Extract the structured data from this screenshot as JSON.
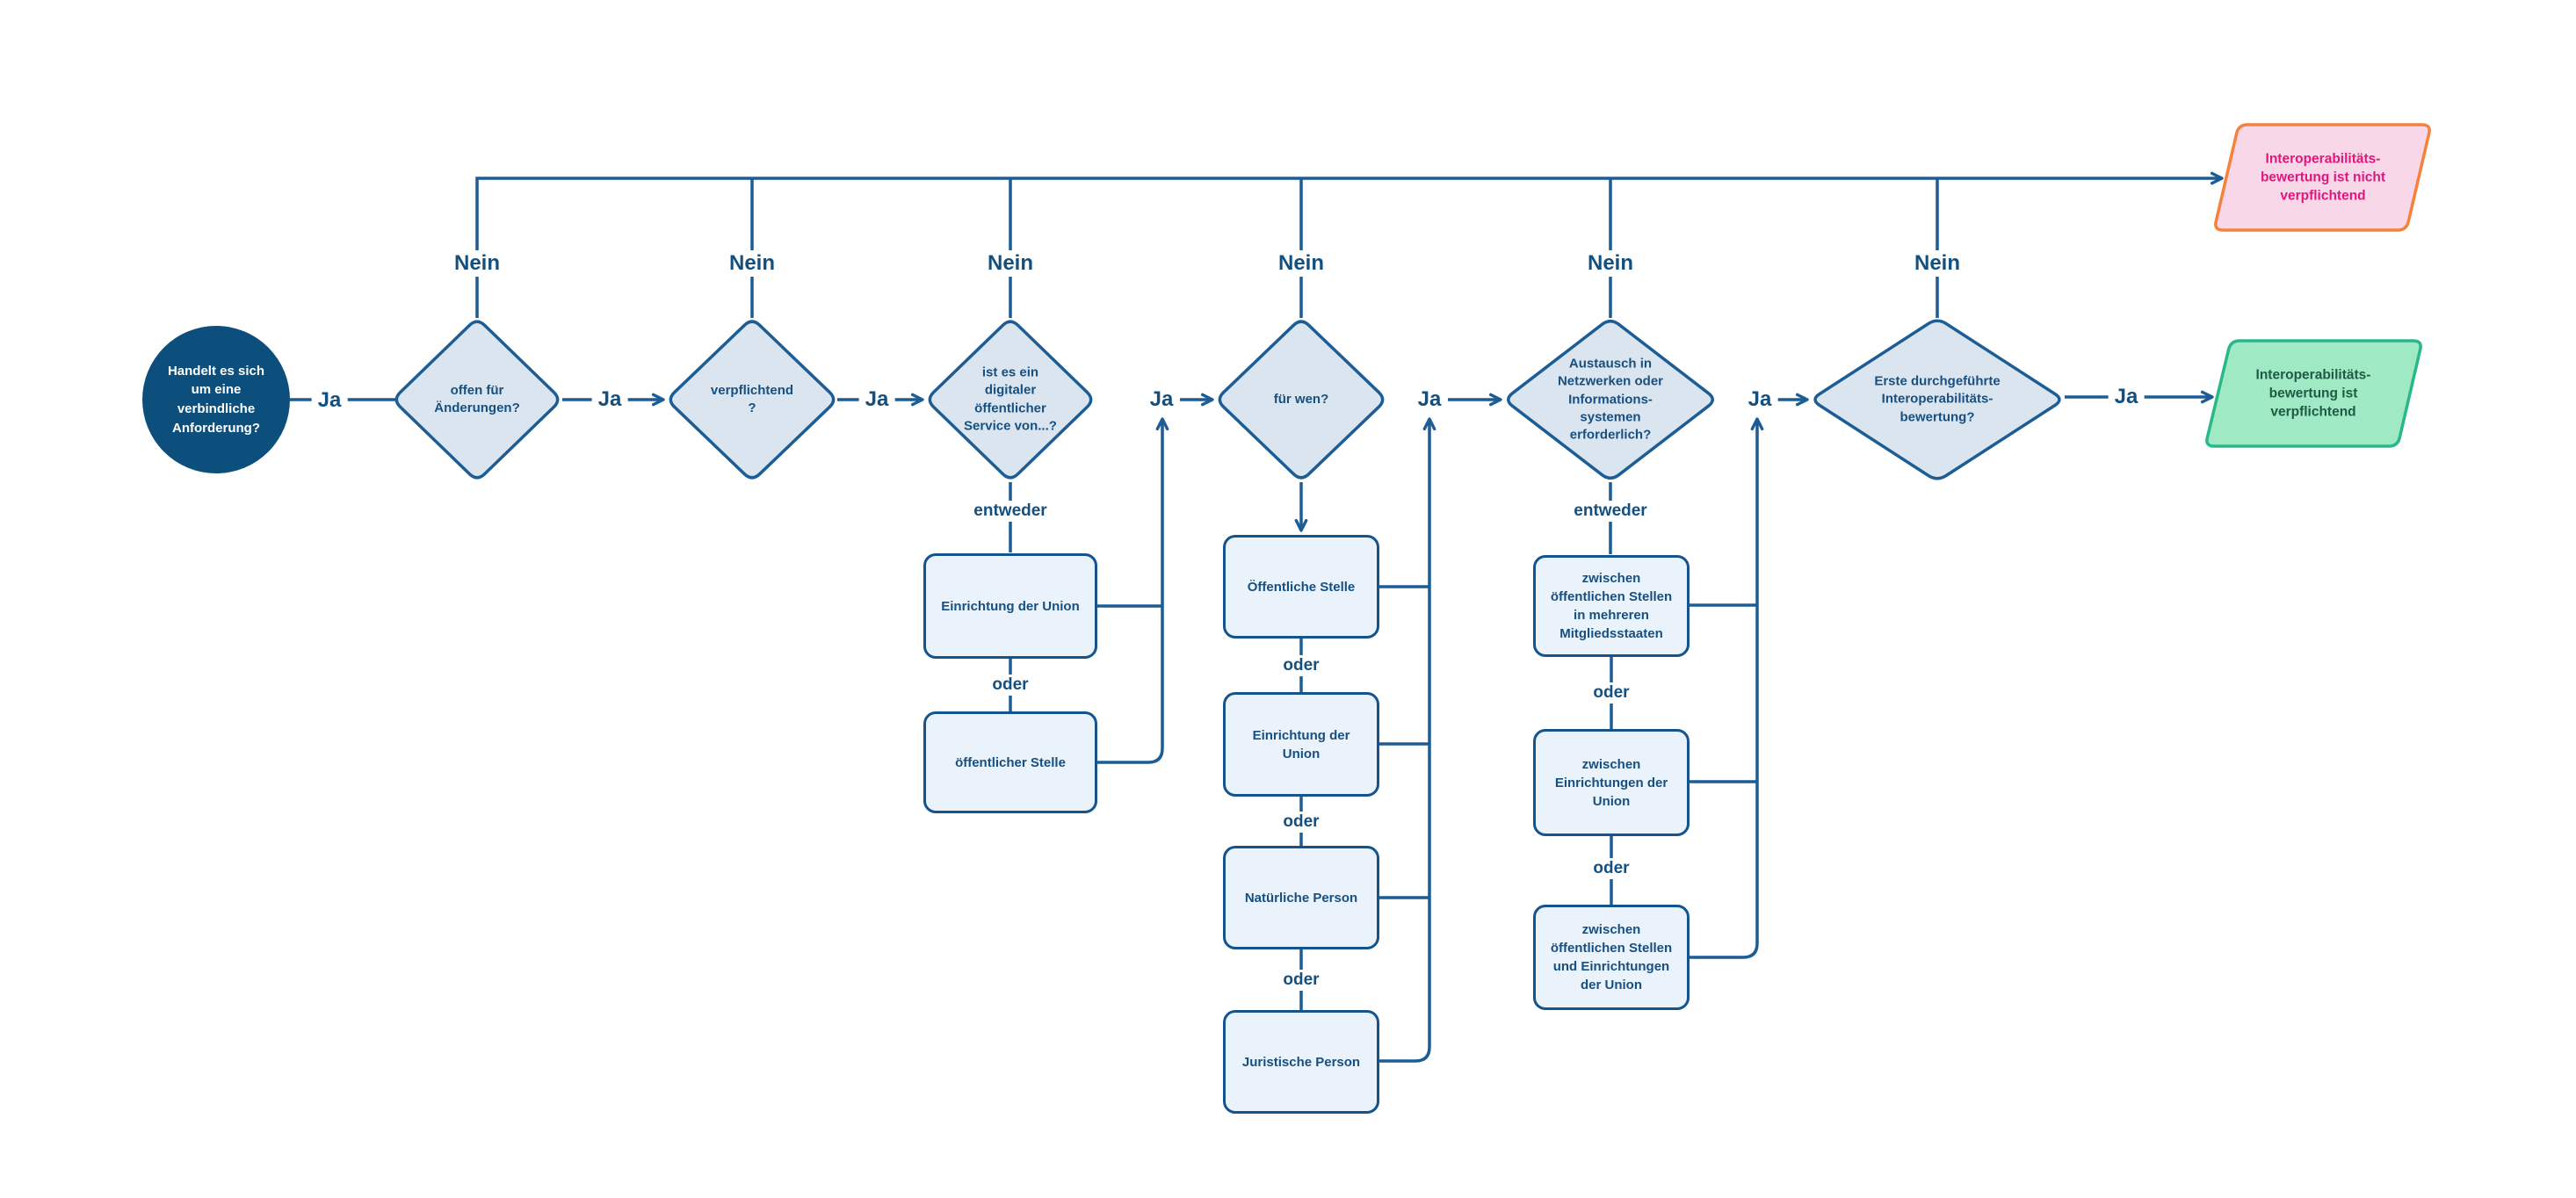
{
  "labels": {
    "ja": "Ja",
    "nein": "Nein",
    "entweder": "entweder",
    "oder": "oder"
  },
  "start": {
    "label": "Handelt es sich\num eine\nverbindliche\nAnforderung?"
  },
  "decisions": {
    "d1": {
      "label": "offen für\nÄnderungen?"
    },
    "d2": {
      "label": "verpflichtend\n?"
    },
    "d3": {
      "label": "ist es ein\ndigitaler\nöffentlicher\nService von...?"
    },
    "d4": {
      "label": "für wen?"
    },
    "d5": {
      "label": "Austausch in\nNetzwerken oder\nInformations-\nsystemen\nerforderlich?"
    },
    "d6": {
      "label": "Erste durchgeführte\nInteroperabilitäts-\nbewertung?"
    }
  },
  "d3_options": [
    "Einrichtung der Union",
    "öffentlicher Stelle"
  ],
  "d4_options": [
    "Öffentliche Stelle",
    "Einrichtung der\nUnion",
    "Natürliche Person",
    "Juristische Person"
  ],
  "d5_options": [
    "zwischen\nöffentlichen Stellen\nin mehreren\nMitgliedsstaaten",
    "zwischen\nEinrichtungen der\nUnion",
    "zwischen\nöffentlichen Stellen\nund Einrichtungen\nder Union"
  ],
  "outcomes": {
    "not_required": {
      "label": "Interoperabilitäts-\nbewertung ist nicht\nverpflichtend"
    },
    "required": {
      "label": "Interoperabilitäts-\nbewertung ist\nverpflichtend"
    }
  },
  "colors": {
    "line": "#1c5d96",
    "label_text": "#14507f",
    "start_fill": "#0d4f7c",
    "start_text": "#ffffff",
    "diamond_fill": "#dbe5ef",
    "box_fill": "#eaf3fb",
    "box_border": "#15538c",
    "outcome_negative_fill": "#f8d7e8",
    "outcome_negative_border": "#f5823c",
    "outcome_negative_text": "#e0187d",
    "outcome_positive_fill": "#a0e9c5",
    "outcome_positive_border": "#2ab78a",
    "outcome_positive_text": "#1e5a44",
    "background": "#ffffff"
  }
}
